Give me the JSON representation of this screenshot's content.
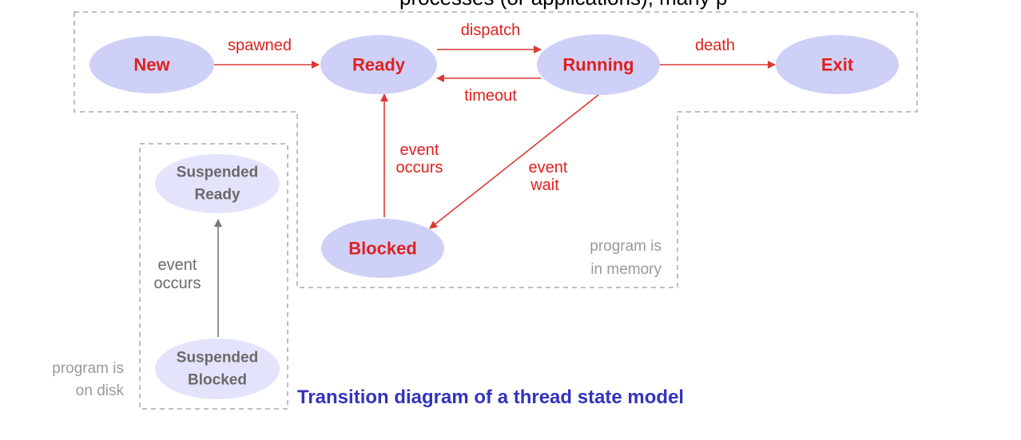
{
  "diagram": {
    "title_fragment": "processes (or applications), many p",
    "caption": "Transition diagram of a thread state model",
    "states": {
      "new": "New",
      "ready": "Ready",
      "running": "Running",
      "exit": "Exit",
      "blocked": "Blocked",
      "suspended_ready_line1": "Suspended",
      "suspended_ready_line2": "Ready",
      "suspended_blocked_line1": "Suspended",
      "suspended_blocked_line2": "Blocked"
    },
    "transitions": {
      "spawned": "spawned",
      "dispatch": "dispatch",
      "timeout": "timeout",
      "death": "death",
      "event_occurs_line1": "event",
      "event_occurs_line2": "occurs",
      "event_wait_line1": "event",
      "event_wait_line2": "wait",
      "suspended_event_occurs_line1": "event",
      "suspended_event_occurs_line2": "occurs"
    },
    "regions": {
      "memory_line1": "program is",
      "memory_line2": "in memory",
      "disk_line1": "program is",
      "disk_line2": "on disk"
    },
    "colors": {
      "active_state_fill": "#cfd0f7",
      "suspended_state_fill": "#e3e4fb",
      "active_text": "#e0201d",
      "suspended_text": "#6a6a6a",
      "edge": "#d93a33",
      "suspended_edge": "#777777",
      "region_border": "#aaaaaa",
      "region_text": "#9a9a9a",
      "caption": "#3333bb"
    }
  }
}
